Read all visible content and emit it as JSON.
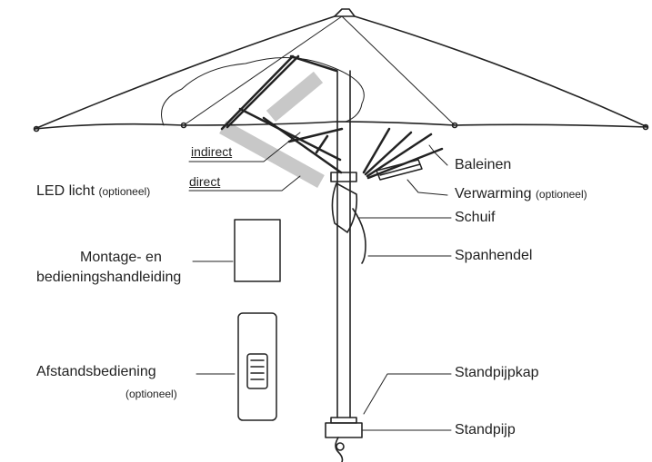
{
  "labels": {
    "indirect": "indirect",
    "direct": "direct",
    "led_main": "LED licht",
    "led_note": "(optioneel)",
    "manual_line1": "Montage- en",
    "manual_line2": "bedieningshandleiding",
    "remote_main": "Afstandsbediening",
    "remote_note": "(optioneel)",
    "ribs": "Baleinen",
    "heater_main": "Verwarming",
    "heater_note": "(optioneel)",
    "slider": "Schuif",
    "lever": "Spanhendel",
    "pole_cap": "Standpijpkap",
    "pole": "Standpijp"
  },
  "colors": {
    "line": "#222222",
    "led_highlight": "#c8c8c8"
  }
}
